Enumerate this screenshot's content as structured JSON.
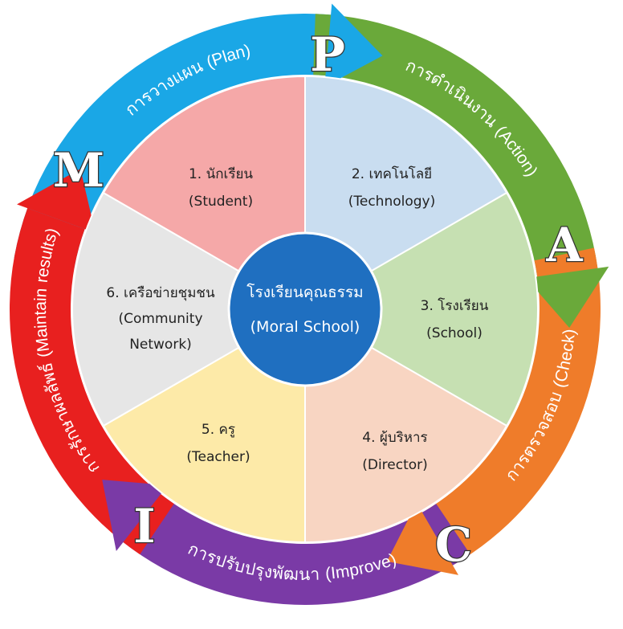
{
  "center": {
    "line1": "โรงเรียนคุณธรรม",
    "line2": "(Moral School)",
    "color": "#1f6fc0"
  },
  "slices": [
    {
      "line1": "1. นักเรียน",
      "line2": "(Student)",
      "line3": "",
      "color": "#c9ddf0"
    },
    {
      "line1": "2. เทคโนโลยี",
      "line2": "(Technology)",
      "line3": "",
      "color": "#c6e0b2"
    },
    {
      "line1": "3. โรงเรียน",
      "line2": "(School)",
      "line3": "",
      "color": "#f8d5c2"
    },
    {
      "line1": "4. ผู้บริหาร",
      "line2": "(Director)",
      "line3": "",
      "color": "#fdeaa8"
    },
    {
      "line1": "5. ครู",
      "line2": "(Teacher)",
      "line3": "",
      "color": "#e6e6e6"
    },
    {
      "line1": "6. เครือข่ายชุมชน",
      "line2": "(Community",
      "line3": "Network)",
      "color": "#f5a8a8"
    }
  ],
  "ring": [
    {
      "letter": "P",
      "label": "การวางแผน (Plan)",
      "color": "#1aa7e6"
    },
    {
      "letter": "A",
      "label": "การดำเนินงาน (Action)",
      "color": "#6aa93a"
    },
    {
      "letter": "C",
      "label": "การตรวจสอบ (Check)",
      "color": "#ef7c2a"
    },
    {
      "letter": "I",
      "label": "การปรับปรุงพัฒนา (Improve)",
      "color": "#7a3aa6"
    },
    {
      "letter": "M",
      "label": "การรักษาผลลัพธ์ (Maintain results)",
      "color": "#e8201f"
    }
  ]
}
